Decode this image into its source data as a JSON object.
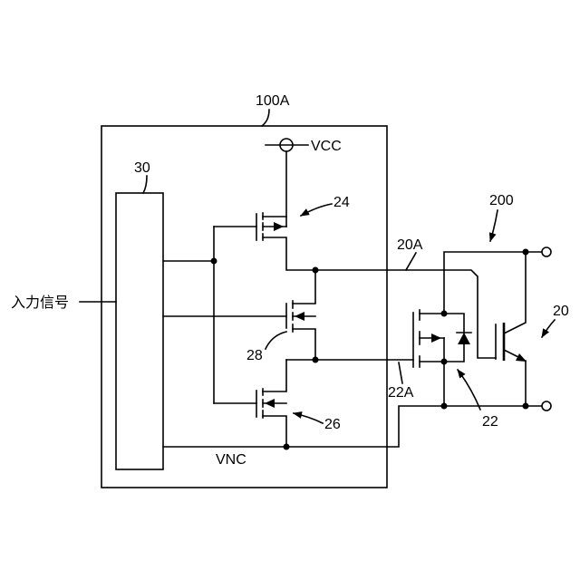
{
  "diagram": {
    "module_label": "100A",
    "supply_label": "VCC",
    "ground_label": "VNC",
    "input_label": "入力信号",
    "block_label": "30",
    "pmos_label": "24",
    "mid_transistor_label": "28",
    "low_transistor_label": "26",
    "gate_wire_label": "20A",
    "mosfet_gate_wire_label": "22A",
    "mosfet_label": "22",
    "igbt_label": "20",
    "power_stage_label": "200"
  }
}
